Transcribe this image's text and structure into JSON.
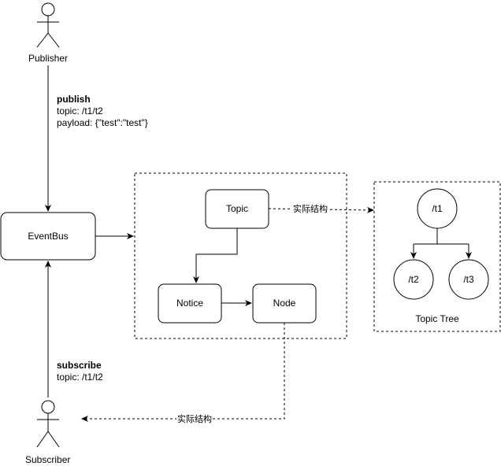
{
  "actors": {
    "publisher": {
      "label": "Publisher"
    },
    "subscriber": {
      "label": "Subscriber"
    }
  },
  "publish_note": {
    "title": "publish",
    "topic": "topic: /t1/t2",
    "payload": "payload: {\"test\":\"test\"}"
  },
  "subscribe_note": {
    "title": "subscribe",
    "topic": "topic: /t1/t2"
  },
  "boxes": {
    "eventbus": "EventBus",
    "topic": "Topic",
    "notice": "Notice",
    "node": "Node"
  },
  "edge_labels": {
    "topic_to_tree": "实际结构",
    "node_to_subscriber": "实际结构"
  },
  "tree": {
    "caption": "Topic Tree",
    "root": "/t1",
    "children": [
      "/t2",
      "/t3"
    ]
  }
}
